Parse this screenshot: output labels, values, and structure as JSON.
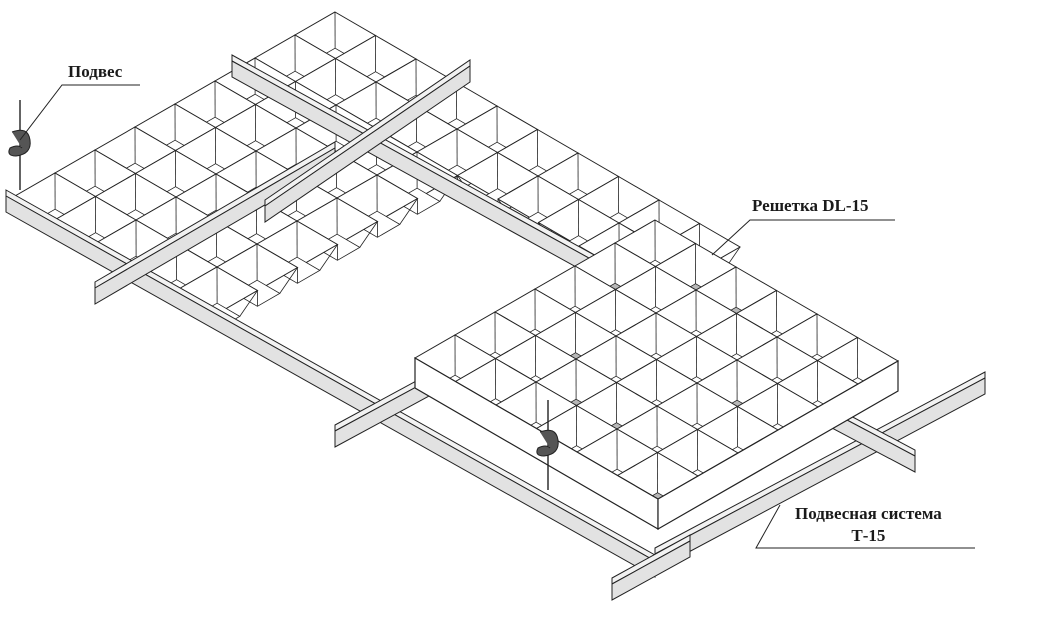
{
  "labels": {
    "hanger": "Подвес",
    "grid": "Решетка DL-15",
    "system_line1": "Подвесная система",
    "system_line2": "Т-15"
  },
  "colors": {
    "line": "#222222",
    "profile": "#e2e2e2",
    "profile_top": "#f2f2f2",
    "hanger": "#555555",
    "floor_shade": "#b8b8b8",
    "paper": "#ffffff"
  },
  "icons": {
    "hanger": "spring-clip-hanger-icon"
  }
}
